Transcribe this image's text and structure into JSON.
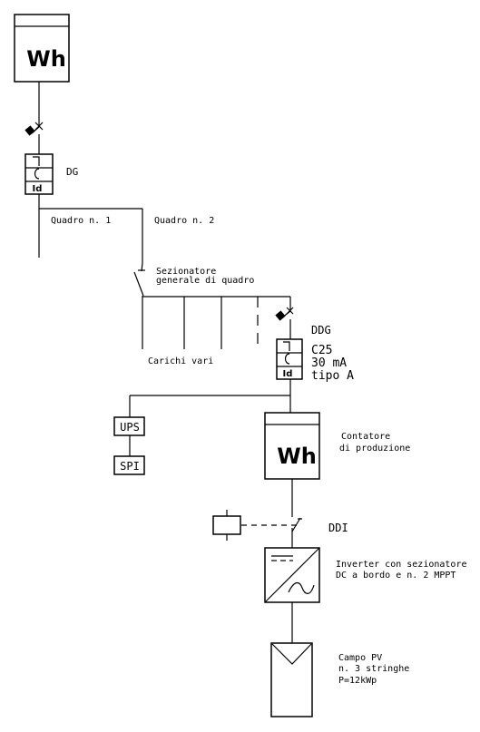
{
  "meters": {
    "main_label": "Wh",
    "production_label": "Wh"
  },
  "labels": {
    "dg": "DG",
    "quadro1": "Quadro n. 1",
    "quadro2": "Quadro n. 2",
    "sez_line1": "Sezionatore",
    "sez_line2": "generale di quadro",
    "carichi": "Carichi vari",
    "ddg": "DDG",
    "ddg_rating": "C25",
    "ddg_current": "30 mA",
    "ddg_type": "tipo A",
    "id_symbol": "Id",
    "ups": "UPS",
    "spi": "SPI",
    "contatore_line1": "Contatore",
    "contatore_line2": "di produzione",
    "ddi": "DDI",
    "inverter_line1": "Inverter con sezionatore",
    "inverter_line2": "DC a bordo e n. 2 MPPT",
    "campo_line1": "Campo PV",
    "campo_line2": "n. 3 stringhe",
    "campo_line3": "P=12kWp"
  }
}
